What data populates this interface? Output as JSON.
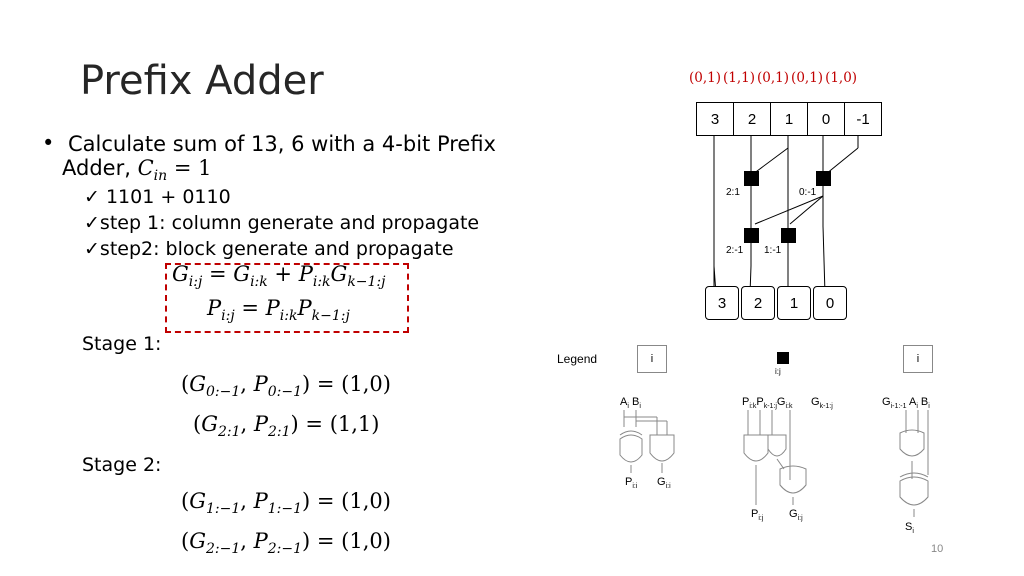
{
  "slide": {
    "title": "Prefix Adder",
    "page_number": "10"
  },
  "bullet": {
    "marker": "•",
    "line1": "Calculate sum of 13, 6 with a 4-bit Prefix",
    "line2_prefix": "Adder, ",
    "cin_var": "C",
    "cin_sub": "in",
    "cin_eq": " = 1",
    "check": "✓",
    "items": [
      "1101 + 0110",
      "step 1: column generate and propagate",
      "step2: block generate and propagate"
    ]
  },
  "formulas": {
    "g": {
      "lhs": "G",
      "lhs_sub": "i:j",
      "eq": " = ",
      "t1": "G",
      "t1_sub": "i:k",
      "plus": " + ",
      "t2": "P",
      "t2_sub": "i:k",
      "t3": "G",
      "t3_sub": "k−1:j"
    },
    "p": {
      "lhs": "P",
      "lhs_sub": "i:j",
      "eq": " = ",
      "t1": "P",
      "t1_sub": "i:k",
      "t2": "P",
      "t2_sub": "k−1:j"
    }
  },
  "stages": {
    "stage1_label": "Stage 1:",
    "stage2_label": "Stage 2:",
    "s1": [
      {
        "g_sub": "0:−1",
        "p_sub": "0:−1",
        "value": "(1,0)"
      },
      {
        "g_sub": "2:1",
        "p_sub": "2:1",
        "value": "(1,1)"
      }
    ],
    "s2": [
      {
        "g_sub": "1:−1",
        "p_sub": "1:−1",
        "value": "(1,0)"
      },
      {
        "g_sub": "2:−1",
        "p_sub": "2:−1",
        "value": "(1,0)"
      }
    ]
  },
  "diagram": {
    "top_pairs": [
      "(0,1)",
      "(1,1)",
      "(0,1)",
      "(0,1)",
      "(1,0)"
    ],
    "input_cells": [
      "3",
      "2",
      "1",
      "0",
      "-1"
    ],
    "output_cells": [
      "3",
      "2",
      "1",
      "0"
    ],
    "node_labels": {
      "n21": "2:1",
      "n0m1": "0:-1",
      "n2m1": "2:-1",
      "n1m1": "1:-1"
    }
  },
  "legend": {
    "title": "Legend",
    "box1": "i",
    "black_label": "i:j",
    "box3": "i",
    "col1_top": "A",
    "col1_top_sub": "i",
    "col1_top2": " B",
    "col1_top2_sub": "i",
    "col1_bottom_p": "P",
    "col1_bottom_p_sub": "i:i",
    "col1_bottom_g": "G",
    "col1_bottom_g_sub": "i:i",
    "col2_top": "P",
    "col2_top_sub": "i:k",
    "col2_top_b": "P",
    "col2_top_b_sub": "k-1:j",
    "col2_top_c": "G",
    "col2_top_c_sub": "i:k",
    "col2_top_d": "G",
    "col2_top_d_sub": "k-1:j",
    "col2_bottom_p": "P",
    "col2_bottom_p_sub": "i:j",
    "col2_bottom_g": "G",
    "col2_bottom_g_sub": "i:j",
    "col3_top": "G",
    "col3_top_sub": "i-1:-1",
    "col3_top_a": " A",
    "col3_top_a_sub": "i",
    "col3_top_b": " B",
    "col3_top_b_sub": "i",
    "col3_bottom": "S",
    "col3_bottom_sub": "i"
  }
}
